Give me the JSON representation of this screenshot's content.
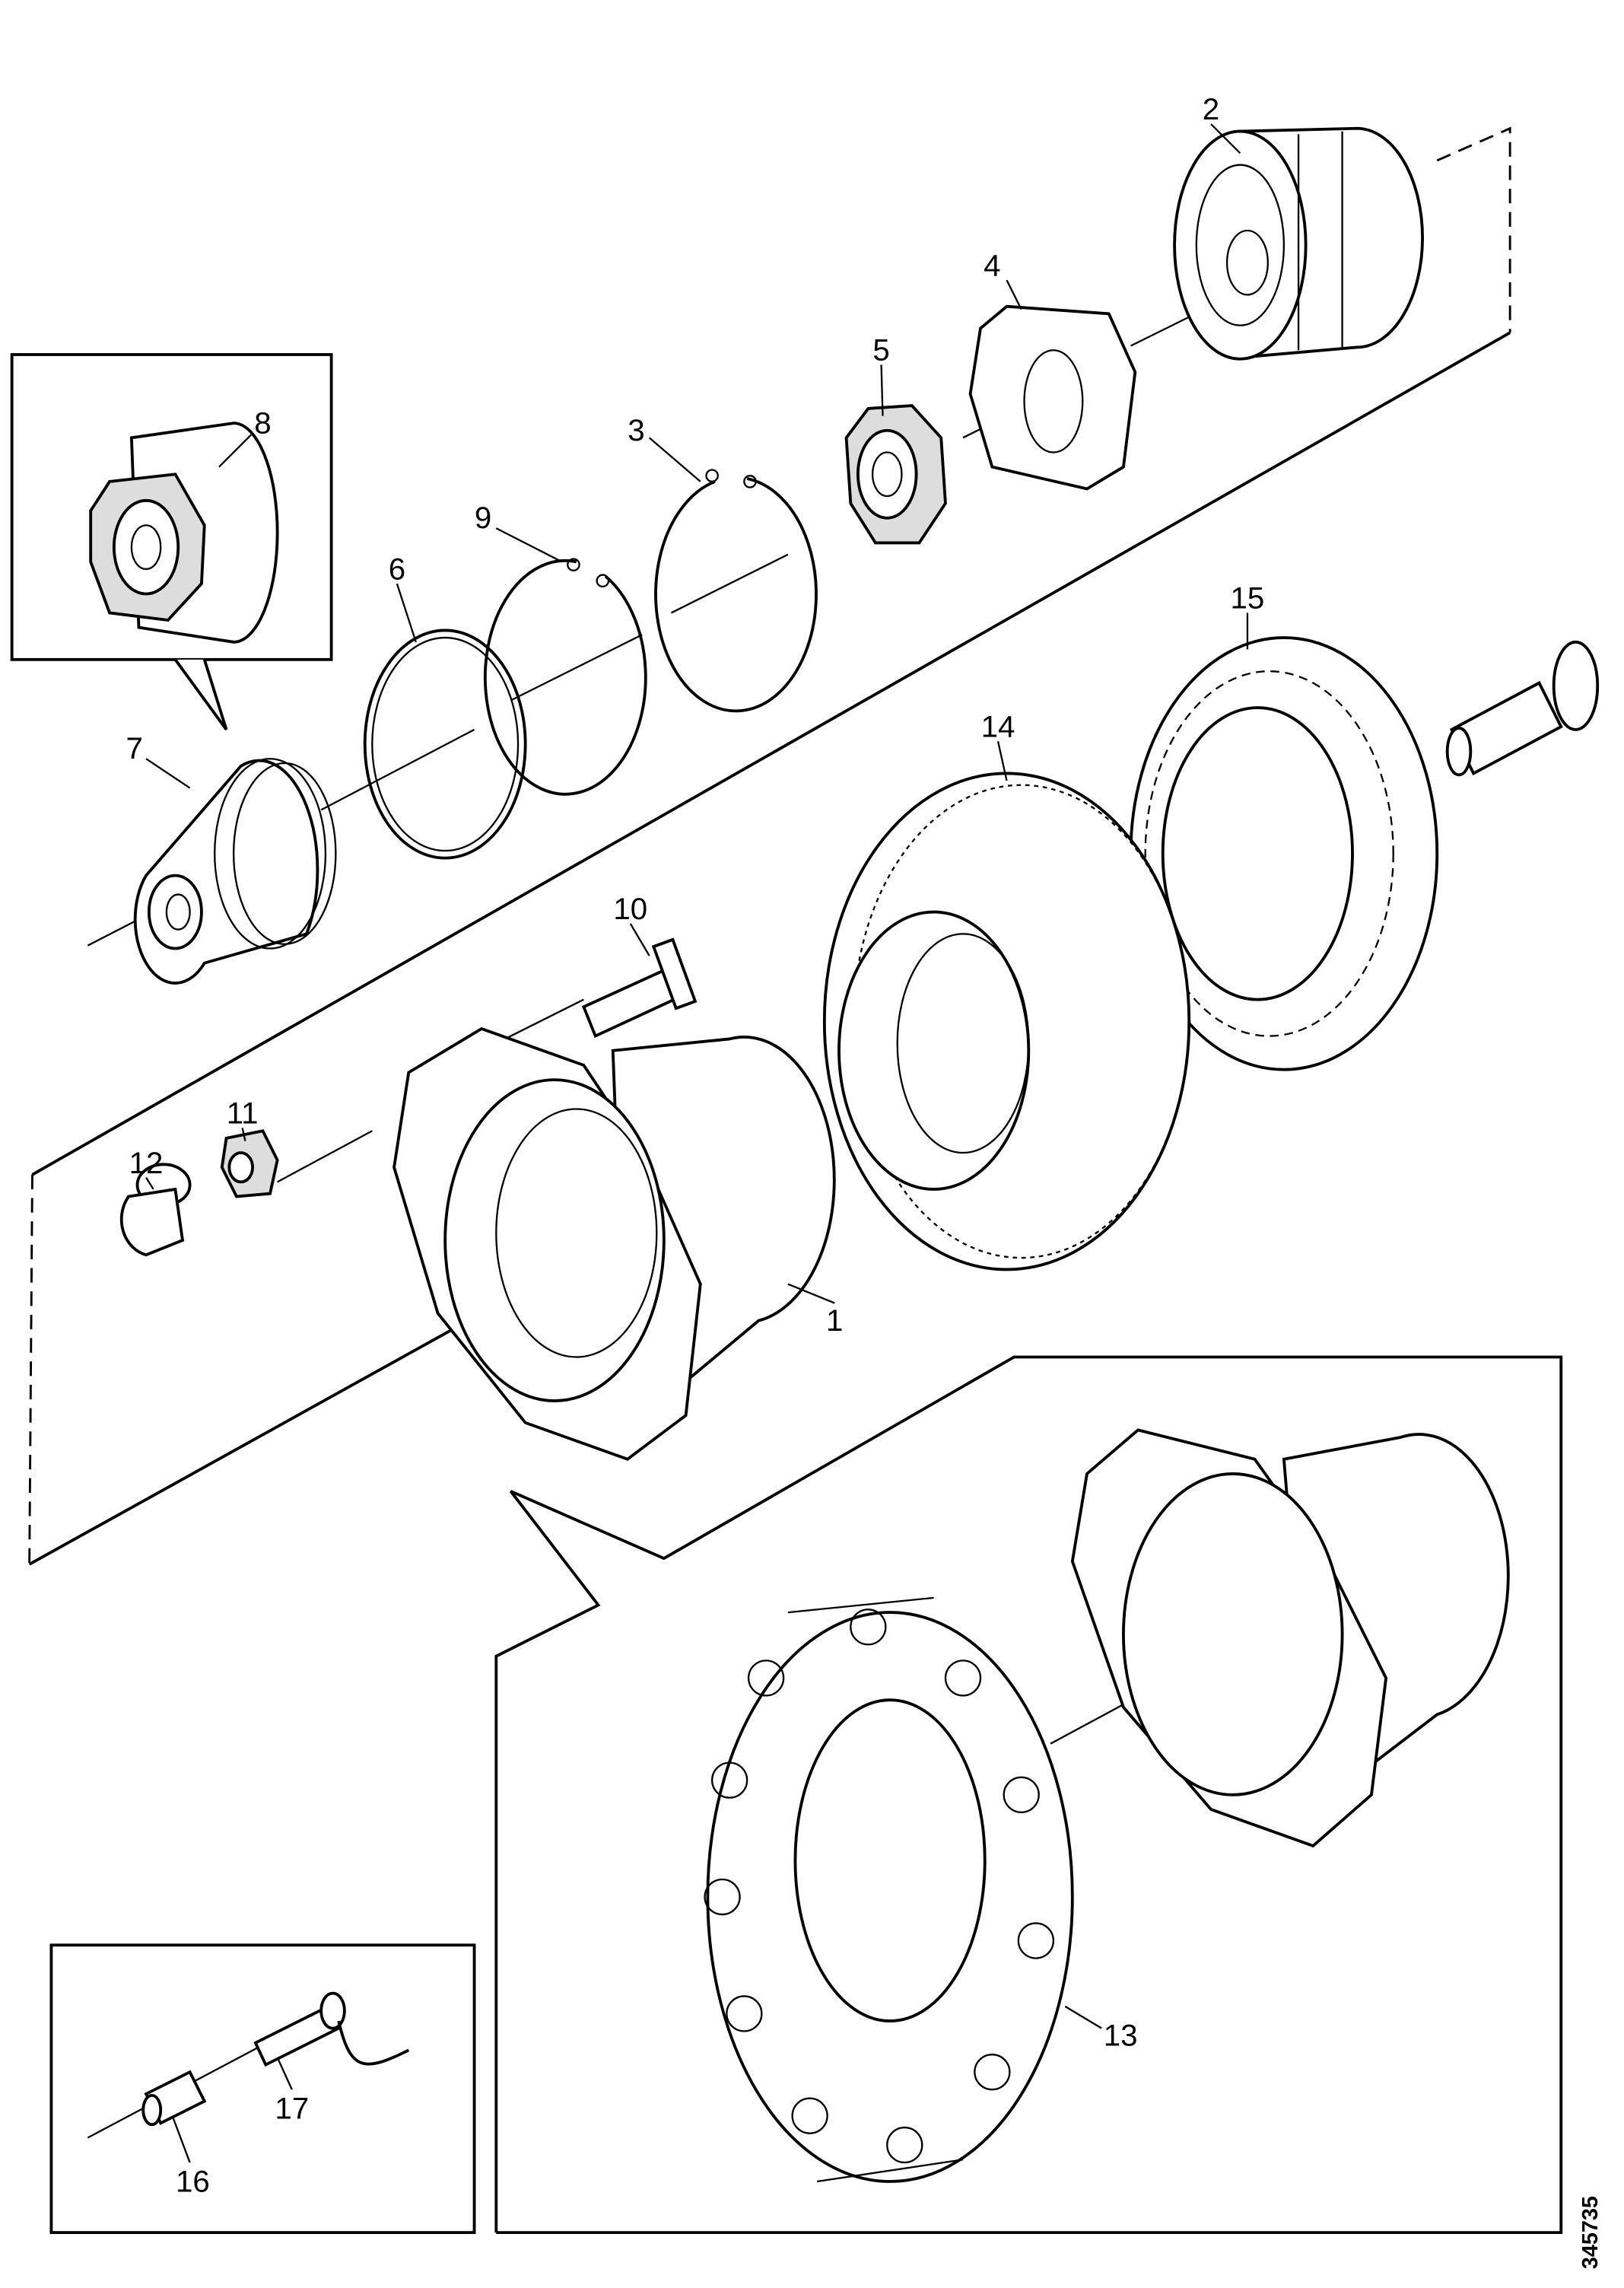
{
  "diagram": {
    "type": "exploded parts diagram - wheel hub assembly",
    "callouts": [
      "1",
      "2",
      "3",
      "4",
      "5",
      "6",
      "7",
      "8",
      "9",
      "10",
      "11",
      "12",
      "13",
      "14",
      "15",
      "16",
      "17"
    ],
    "figure_id": "345735"
  }
}
